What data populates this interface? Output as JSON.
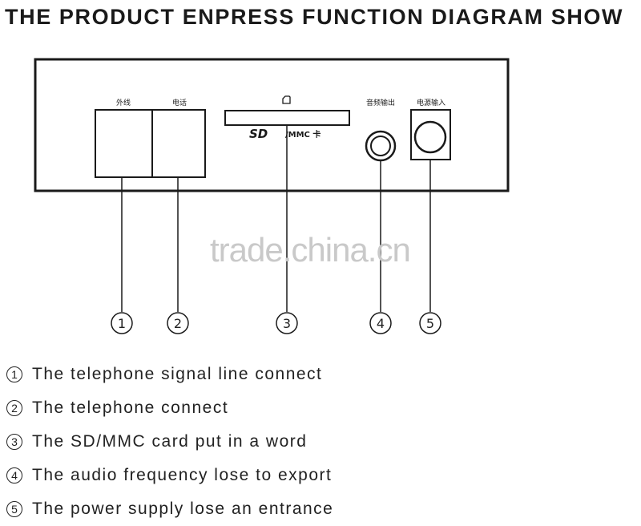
{
  "title": "THE PRODUCT ENPRESS FUNCTION DIAGRAM SHOW",
  "panel": {
    "line_label": "外线",
    "phone_label": "电话",
    "sd_logo": "SD",
    "sd_text": "/MMC 卡",
    "audio_label": "音频输出",
    "power_label": "电源输入"
  },
  "callouts": [
    "1",
    "2",
    "3",
    "4",
    "5"
  ],
  "watermark": "trade.china.cn",
  "legend": [
    {
      "num": "1",
      "text": "The telephone signal line connect"
    },
    {
      "num": "2",
      "text": "The telephone connect"
    },
    {
      "num": "3",
      "text": "The SD/MMC card put in a word"
    },
    {
      "num": "4",
      "text": "The audio frequency lose to export"
    },
    {
      "num": "5",
      "text": "The power supply lose an entrance"
    }
  ]
}
